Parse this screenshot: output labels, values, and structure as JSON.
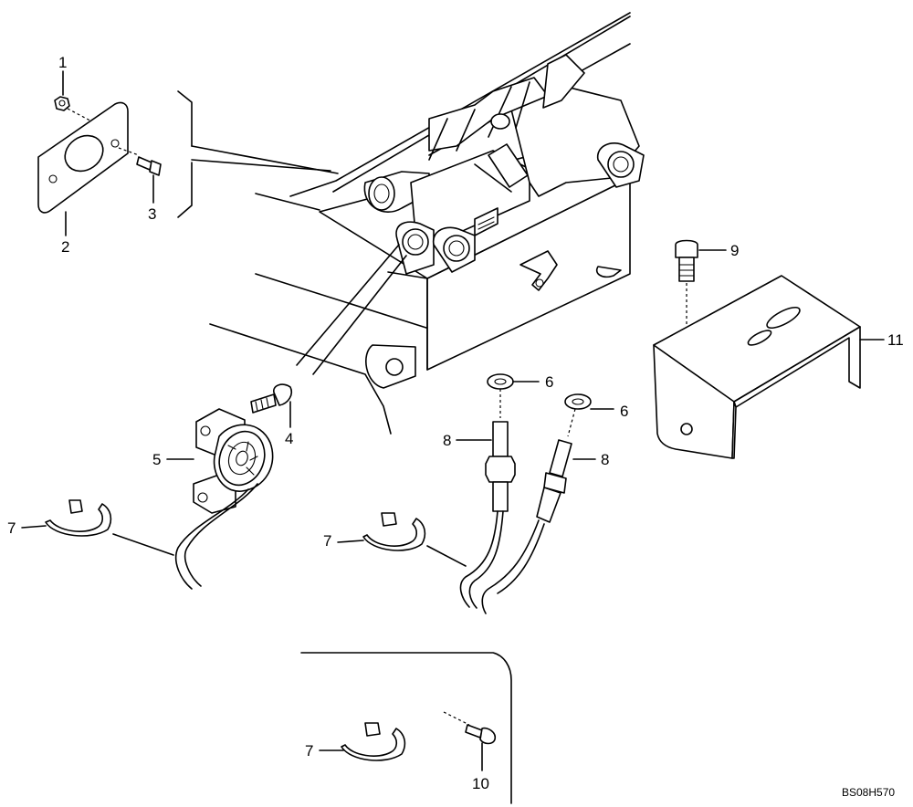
{
  "drawing_code": "BS08H570",
  "callouts": {
    "c1": "1",
    "c2": "2",
    "c3": "3",
    "c4": "4",
    "c5": "5",
    "c6a": "6",
    "c6b": "6",
    "c7a": "7",
    "c7b": "7",
    "c7c": "7",
    "c8a": "8",
    "c8b": "8",
    "c9": "9",
    "c10": "10",
    "c11": "11"
  }
}
